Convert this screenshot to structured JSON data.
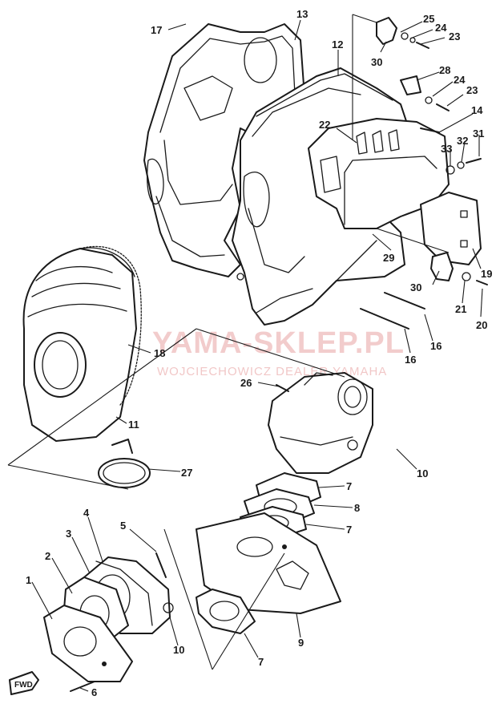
{
  "callouts": [
    "17",
    "13",
    "12",
    "25",
    "24",
    "23",
    "30",
    "28",
    "24",
    "23",
    "14",
    "22",
    "31",
    "32",
    "33",
    "29",
    "19",
    "30",
    "21",
    "20",
    "16",
    "16",
    "18",
    "11",
    "26",
    "27",
    "10",
    "7",
    "8",
    "7",
    "5",
    "4",
    "3",
    "2",
    "1",
    "10",
    "6",
    "7",
    "9"
  ],
  "watermark": {
    "title": "YAMA-SKLEP.PL",
    "subtitle": "WOJCIECHOWICZ DEALER YAMAHA"
  },
  "fwd_mark": "FWD",
  "colors": {
    "ink": "#1a1a1a",
    "watermark": "#e9a3a3",
    "background": "#ffffff"
  }
}
